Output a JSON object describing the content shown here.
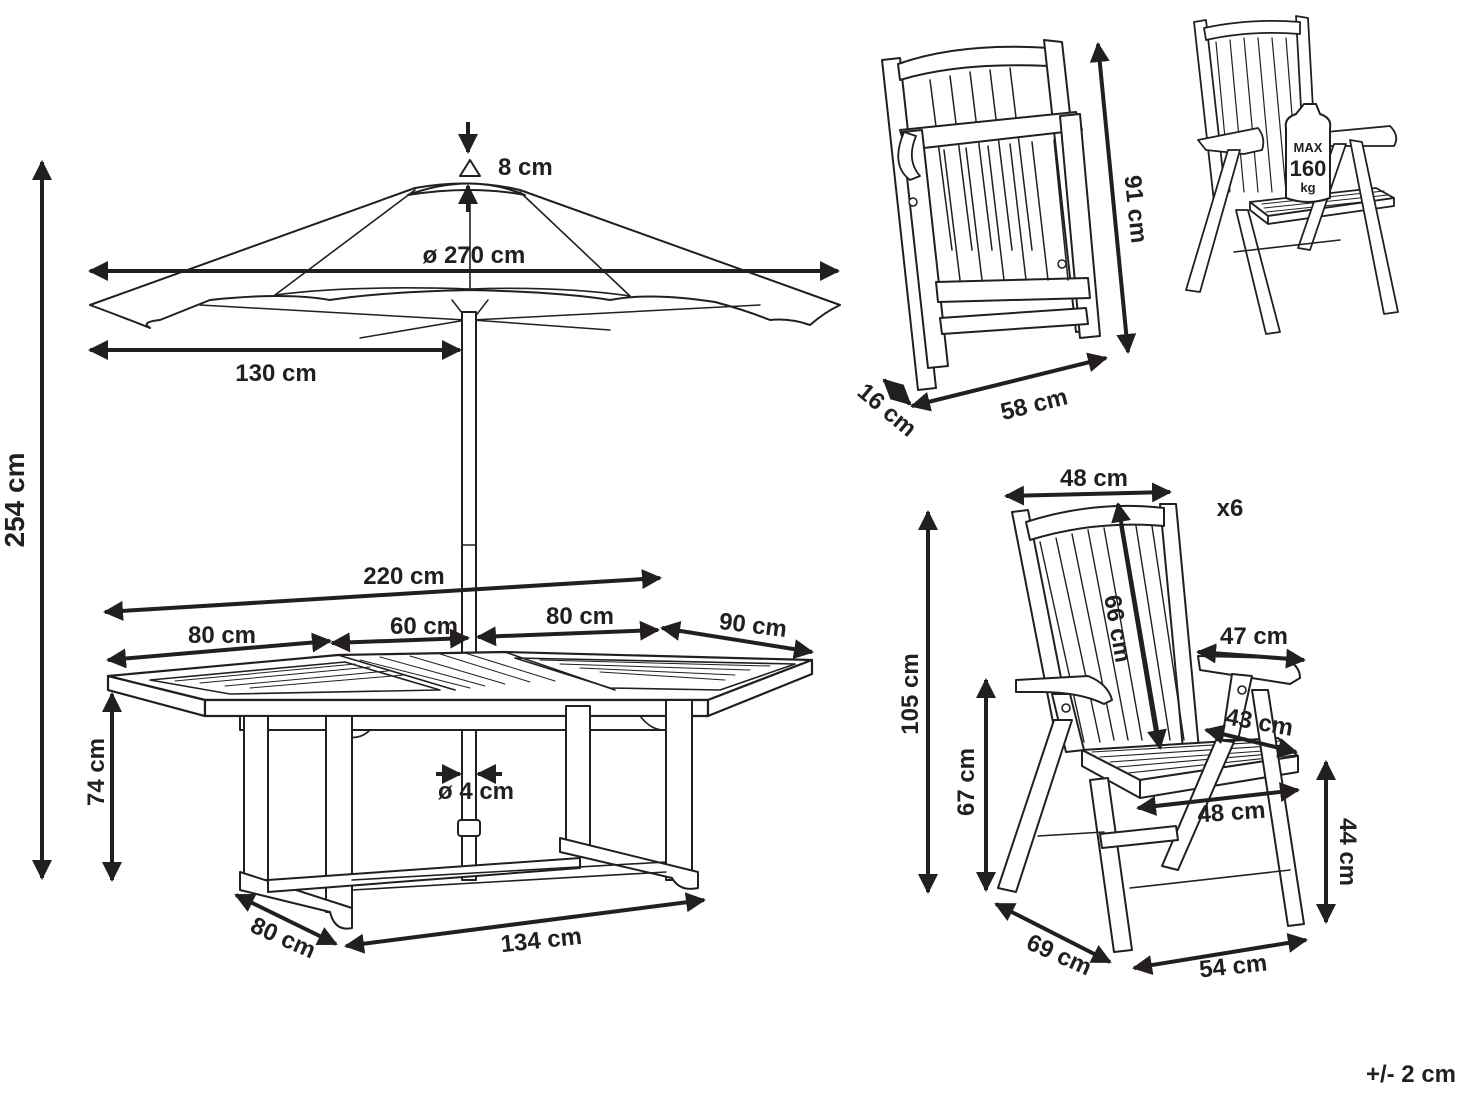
{
  "umbrella": {
    "total_height": "254 cm",
    "finial_height": "8 cm",
    "diameter": "ø 270 cm",
    "radius": "130 cm",
    "pole_diameter": "ø 4 cm"
  },
  "table": {
    "extended_length": "220 cm",
    "segment_left": "80 cm",
    "segment_middle": "60 cm",
    "segment_right": "80 cm",
    "extension_leaf": "90 cm",
    "height": "74 cm",
    "depth": "80 cm",
    "base_length": "134 cm"
  },
  "folded_chair": {
    "height": "91 cm",
    "thickness": "16 cm",
    "width": "58 cm"
  },
  "chair": {
    "quantity": "x6",
    "back_width": "48 cm",
    "back_height": "66 cm",
    "total_height": "105 cm",
    "armrest_height": "67 cm",
    "armrest_length": "47 cm",
    "seat_depth": "43 cm",
    "seat_width": "48 cm",
    "seat_height": "44 cm",
    "depth": "69 cm",
    "width": "54 cm",
    "max_load": {
      "label": "MAX",
      "value": "160",
      "unit": "kg"
    }
  },
  "tolerance": "+/- 2 cm"
}
